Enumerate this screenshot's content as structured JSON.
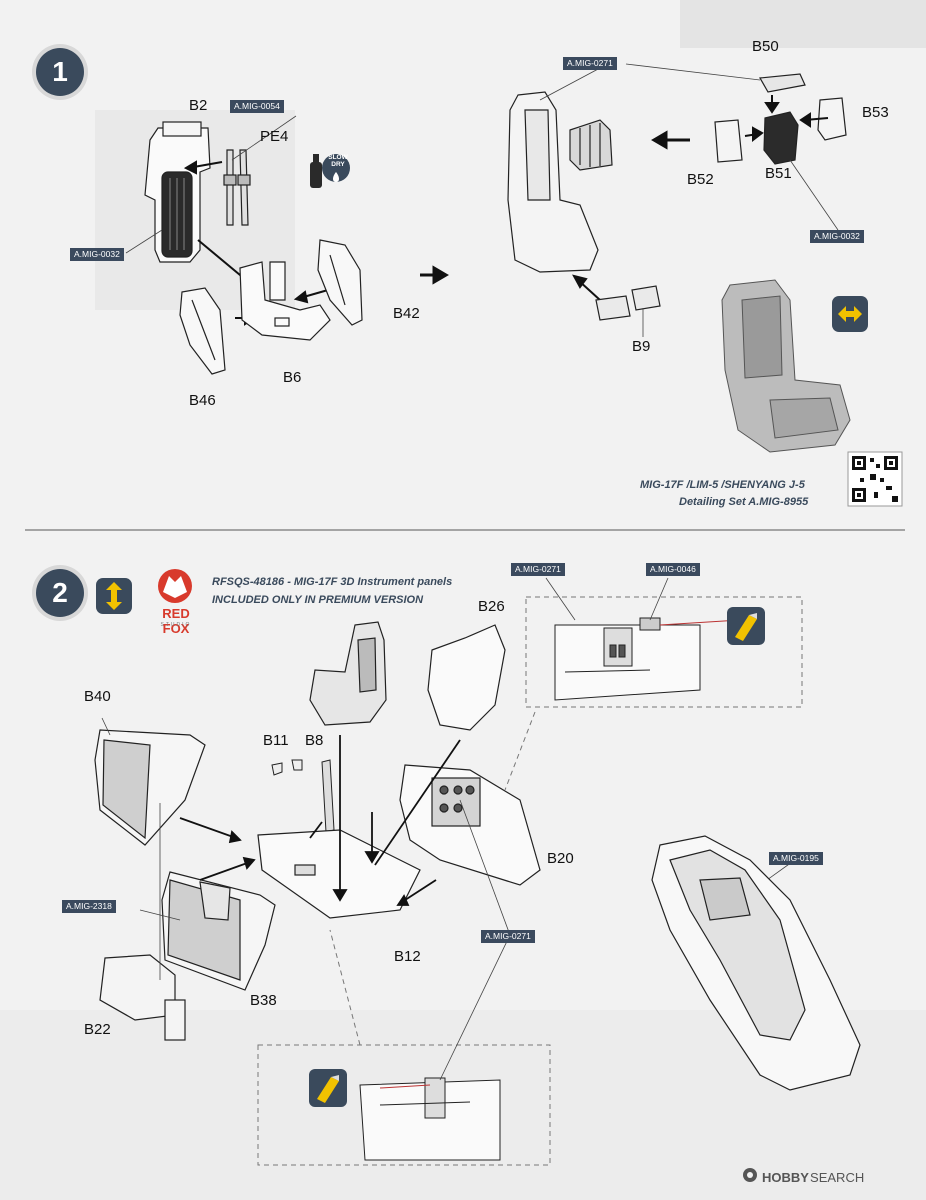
{
  "step1": {
    "number": "1",
    "parts": {
      "b2": "B2",
      "pe4": "PE4",
      "b42": "B42",
      "b6": "B6",
      "b46": "B46",
      "b50": "B50",
      "b53": "B53",
      "b52": "B52",
      "b51": "B51",
      "b9": "B9"
    },
    "paints": {
      "mig0054": "A.MIG-0054",
      "mig0032_left": "A.MIG-0032",
      "mig0271": "A.MIG-0271",
      "mig0032_right": "A.MIG-0032"
    },
    "glue_icon": {
      "line1": "SLOW",
      "line2": "DRY"
    },
    "detail_set": {
      "line1": "MIG-17F /LIM-5 /SHENYANG J-5",
      "line2": "Detailing Set A.MIG-8955"
    }
  },
  "step2": {
    "number": "2",
    "brand": {
      "name": "RED FOX",
      "sub": "STUDIO"
    },
    "note": {
      "line1": "RFSQS-48186 - MIG-17F 3D Instrument panels",
      "line2": "INCLUDED ONLY IN PREMIUM VERSION"
    },
    "parts": {
      "b40": "B40",
      "b11": "B11",
      "b8": "B8",
      "b26": "B26",
      "b20": "B20",
      "b12": "B12",
      "b38": "B38",
      "b22": "B22"
    },
    "paints": {
      "mig0271_top": "A.MIG-0271",
      "mig0046": "A.MIG-0046",
      "mig0195": "A.MIG-0195",
      "mig2318": "A.MIG-2318",
      "mig0271_mid": "A.MIG-0271"
    }
  },
  "watermark": {
    "brand": "HOBBY",
    "word": "SEARCH"
  },
  "colors": {
    "paint_label_bg": "#3b4a5e",
    "step_circle": "#3a4a5c",
    "accent_yellow": "#f2c200",
    "red_fox": "#d83a2c"
  }
}
